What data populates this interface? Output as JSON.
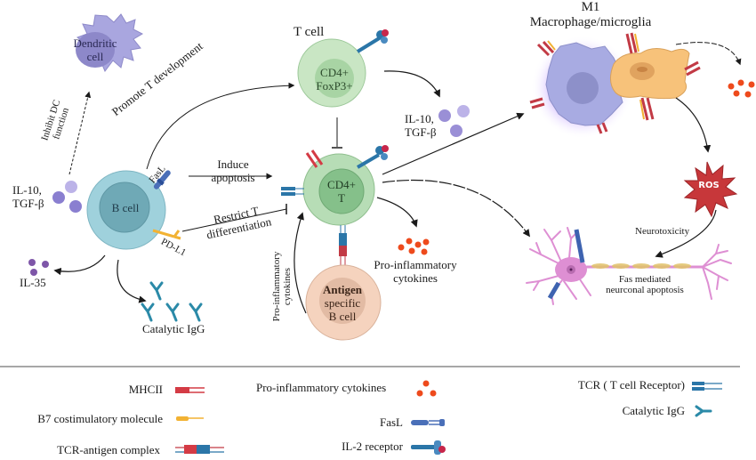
{
  "diagram": {
    "cells": {
      "dendritic": {
        "label_line1": "Dendritic",
        "label_line2": "cell"
      },
      "b_cell": {
        "label": "B cell"
      },
      "treg": {
        "header": "T cell",
        "label_line1": "CD4+",
        "label_line2": "FoxP3+"
      },
      "cd4_t": {
        "label_line1": "CD4+",
        "label_line2": "T"
      },
      "antigen_b": {
        "label_line1": "Antigen",
        "label_line2": "specific",
        "label_line3": "B cell"
      },
      "macrophage": {
        "header_line1": "M1",
        "header_line2": "Macrophage/microglia"
      },
      "ros": {
        "label": "ROS"
      }
    },
    "molecule_labels": {
      "fasl": "FasL",
      "pdl1": "PD-L1"
    },
    "annotations": {
      "inhibit_dc_line1": "Inhibit DC",
      "inhibit_dc_line2": "function",
      "promote_t": "Promote T development",
      "induce_apoptosis_line1": "Induce",
      "induce_apoptosis_line2": "apoptosis",
      "restrict_t_line1": "Restrict T",
      "restrict_t_line2": "differentiation",
      "il10_left_line1": "IL-10,",
      "il10_left_line2": "TGF-β",
      "il35": "IL-35",
      "catalytic_igg": "Catalytic  IgG",
      "il10_mid_line1": "IL-10,",
      "il10_mid_line2": "TGF-β",
      "proinflam_mid_line1": "Pro-inflammatory",
      "proinflam_mid_line2": "cytokines",
      "proinflam_vert_line1": "Pro-inflammatory",
      "proinflam_vert_line2": "cytokines",
      "neurotoxicity": "Neurotoxicity",
      "fas_mediated_line1": "Fas mediated",
      "fas_mediated_line2": "neurconal apoptosis"
    }
  },
  "legend": {
    "items": [
      {
        "label": "MHCII",
        "icon": "mhcii-icon"
      },
      {
        "label": "B7 costimulatory  molecule",
        "icon": "b7-icon"
      },
      {
        "label": "TCR-antigen  complex",
        "icon": "tcr-antigen-icon"
      },
      {
        "label": "Pro-inflammatory  cytokines",
        "icon": "cytokines-icon"
      },
      {
        "label": "FasL",
        "icon": "fasl-icon"
      },
      {
        "label": "IL-2 receptor",
        "icon": "il2-receptor-icon"
      },
      {
        "label": "TCR ( T cell  Receptor)",
        "icon": "tcr-icon"
      },
      {
        "label": "Catalytic  IgG",
        "icon": "igg-icon"
      }
    ]
  },
  "colors": {
    "dendritic": "#a9a6df",
    "b_cell": "#9fd1dc",
    "t_cell": "#b7ddb6",
    "antigen_b": "#f5d3be",
    "macrophage": "#a8abe2",
    "microglia": "#f7c27a",
    "ros": "#c7373a",
    "cytokine": "#ee4a1c",
    "il10": "#9a8fd6",
    "il35": "#7e56a8",
    "neuron": "#de8fd3",
    "mhcii": "#d43b45",
    "tcr": "#2b76a8",
    "b7": "#f2b233"
  }
}
